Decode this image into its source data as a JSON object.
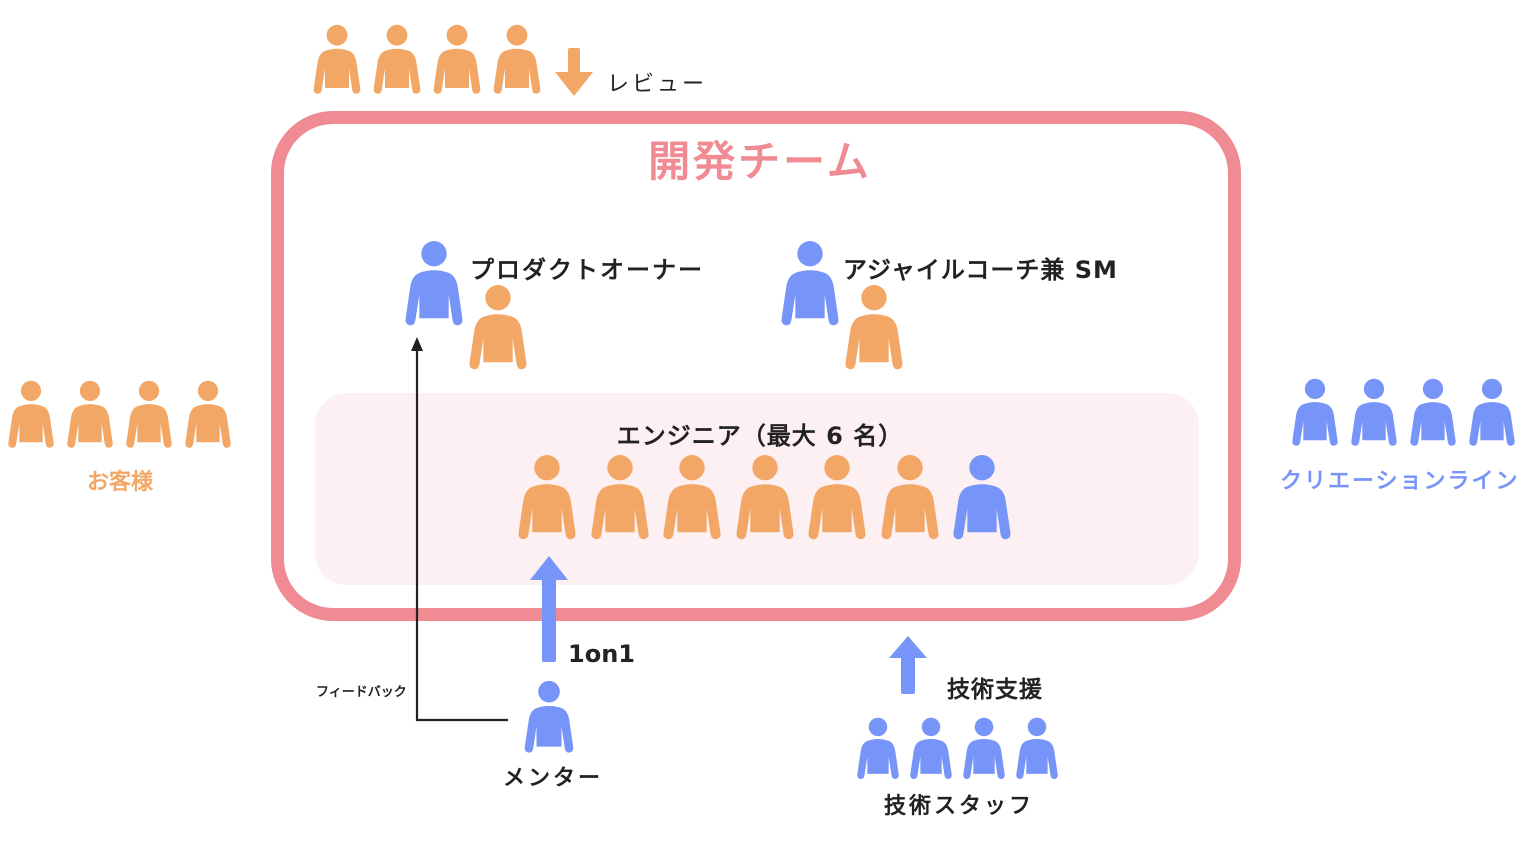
{
  "colors": {
    "orange": "#f2a766",
    "blue": "#7795f8",
    "team_frame": "#f08a93",
    "engineer_area": "#fdf0f3",
    "text": "#222222"
  },
  "reviewers": {
    "label": "レビュー",
    "people": [
      "orange",
      "orange",
      "orange",
      "orange"
    ],
    "arrow": "arrow-down-icon"
  },
  "team": {
    "title": "開発チーム",
    "product_owner": {
      "label": "プロダクトオーナー",
      "people": [
        "blue",
        "orange"
      ]
    },
    "agile_coach": {
      "label": "アジャイルコーチ兼 SM",
      "people": [
        "blue",
        "orange"
      ]
    },
    "engineers": {
      "label": "エンジニア（最大 6 名）",
      "people": [
        "orange",
        "orange",
        "orange",
        "orange",
        "orange",
        "orange",
        "blue"
      ]
    }
  },
  "customers": {
    "label": "お客様",
    "people": [
      "orange",
      "orange",
      "orange",
      "orange"
    ]
  },
  "creation_line": {
    "label": "クリエーションライン",
    "people": [
      "blue",
      "blue",
      "blue",
      "blue"
    ]
  },
  "mentor": {
    "label": "メンター",
    "one_on_one_label": "1on1",
    "feedback_label": "フィードバック",
    "people": [
      "blue"
    ]
  },
  "tech_staff": {
    "label": "技術スタッフ",
    "support_label": "技術支援",
    "people": [
      "blue",
      "blue",
      "blue",
      "blue"
    ]
  }
}
